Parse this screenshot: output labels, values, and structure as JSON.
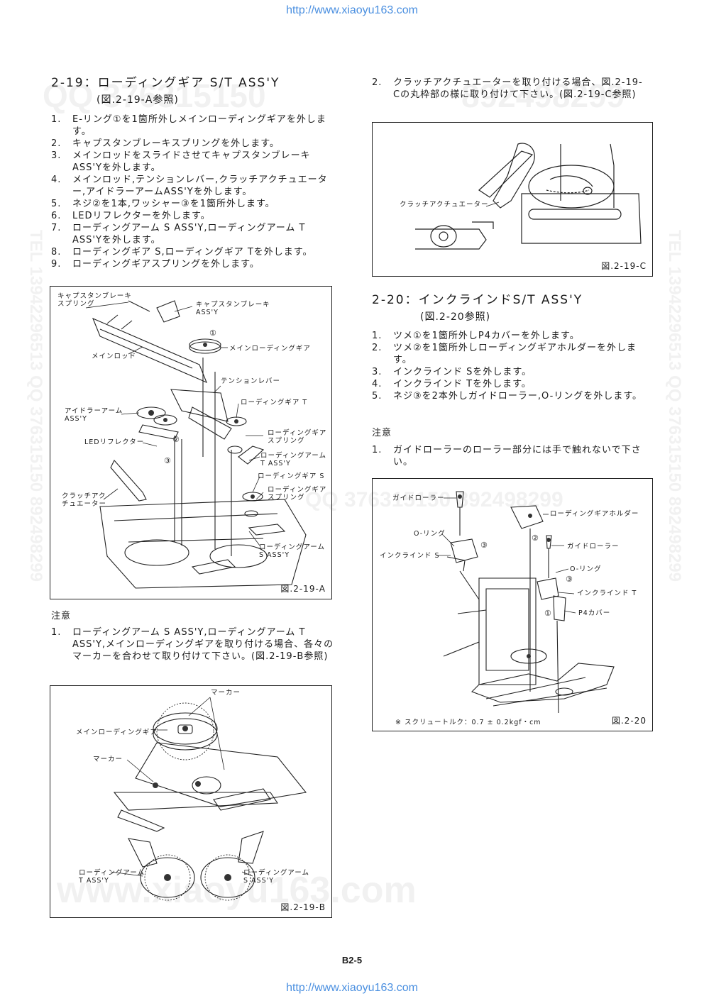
{
  "header_url": "http://www.xiaoyu163.com",
  "footer_url": "http://www.xiaoyu163.com",
  "page_number": "B2-5",
  "watermarks": [
    "QQ 376315150",
    "892498299",
    "TEL 13942296513 QQ 376315150 892498299",
    "TEL 13942296513 QQ 376315150 892498299",
    "www.xiaoyu163.com",
    "QQ 376315150 892498299"
  ],
  "left": {
    "heading": "2-19：ローディングギア S/T ASS'Y",
    "subheading": "(図.2-19-A参照)",
    "steps": [
      {
        "n": "1.",
        "t": "E-リング①を1箇所外しメインローディングギアを外します。"
      },
      {
        "n": "2.",
        "t": "キャプスタンブレーキスプリングを外します。"
      },
      {
        "n": "3.",
        "t": "メインロッドをスライドさせてキャプスタンブレーキASS'Yを外します。"
      },
      {
        "n": "4.",
        "t": "メインロッド,テンションレバー,クラッチアクチュエーター,アイドラーアームASS'Yを外します。"
      },
      {
        "n": "5.",
        "t": "ネジ②を1本,ワッシャー③を1箇所外します。"
      },
      {
        "n": "6.",
        "t": "LEDリフレクターを外します。"
      },
      {
        "n": "7.",
        "t": "ローディングアーム S ASS'Y,ローディングアーム T ASS'Yを外します。"
      },
      {
        "n": "8.",
        "t": "ローディングギア S,ローディングギア Tを外します。"
      },
      {
        "n": "9.",
        "t": "ローディングギアスプリングを外します。"
      }
    ],
    "figA": {
      "caption": "図.2-19-A",
      "labels": {
        "l1": "キャプスタンブレーキ\nスプリング",
        "l2": "キャプスタンブレーキ\nASS'Y",
        "l3": "①",
        "l4": "メインローディングギア",
        "l5": "メインロッド",
        "l6": "テンションレバー",
        "l7": "ローディングギア T",
        "l8": "アイドラーアーム\nASS'Y",
        "l9": "ローディングギア\nスプリング",
        "l10": "LEDリフレクター",
        "l11": "②",
        "l12": "③",
        "l13": "ローディングアーム\nT ASS'Y",
        "l14": "ローディングギア S",
        "l15": "クラッチアク\nチュエーター",
        "l16": "ローディングギア\nスプリング",
        "l17": "ローディングアーム\nS ASS'Y"
      }
    },
    "note_title": "注意",
    "note_steps": [
      {
        "n": "1.",
        "t": "ローディングアーム S ASS'Y,ローディングアーム T ASS'Y,メインローディングギアを取り付ける場合、各々のマーカーを合わせて取り付けて下さい。(図.2-19-B参照)"
      }
    ],
    "figB": {
      "caption": "図.2-19-B",
      "labels": {
        "m1": "マーカー",
        "m2": "メインローディングギア",
        "m3": "マーカー",
        "m4": "ローディングアーム\nT ASS'Y",
        "m5": "ローディングアーム\nS ASS'Y"
      }
    }
  },
  "right": {
    "steps_top": [
      {
        "n": "2.",
        "t": "クラッチアクチュエーターを取り付ける場合、図.2-19-Cの丸枠部の様に取り付けて下さい。(図.2-19-C参照)"
      }
    ],
    "figC": {
      "caption": "図.2-19-C",
      "label": "クラッチアクチュエーター"
    },
    "heading": "2-20：インクラインドS/T ASS'Y",
    "subheading": "(図.2-20参照)",
    "steps": [
      {
        "n": "1.",
        "t": "ツメ①を1箇所外しP4カバーを外します。"
      },
      {
        "n": "2.",
        "t": "ツメ②を1箇所外しローディングギアホルダーを外します。"
      },
      {
        "n": "3.",
        "t": "インクラインド Sを外します。"
      },
      {
        "n": "4.",
        "t": "インクラインド Tを外します。"
      },
      {
        "n": "5.",
        "t": "ネジ③を2本外しガイドローラー,O-リングを外します。"
      }
    ],
    "note_title": "注意",
    "note_steps": [
      {
        "n": "1.",
        "t": "ガイドローラーのローラー部分には手で触れないで下さい。"
      }
    ],
    "fig20": {
      "caption": "図.2-20",
      "footnote": "※ スクリュートルク：0.7 ± 0.2kgf・cm",
      "labels": {
        "g1": "ガイドローラー",
        "g2": "ローディングギアホルダー",
        "g3": "②",
        "g4": "O-リング",
        "g5": "③",
        "g6": "ガイドローラー",
        "g7": "インクラインド S",
        "g8": "O-リング",
        "g9": "③",
        "g10": "インクラインド T",
        "g11": "①",
        "g12": "P4カバー"
      }
    }
  }
}
